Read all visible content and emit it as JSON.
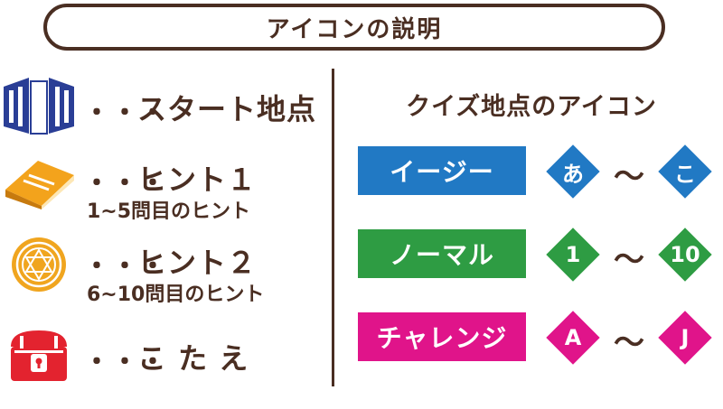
{
  "header": {
    "title": "アイコンの説明"
  },
  "legend": {
    "dots": "・・・",
    "start": {
      "label": "スタート地点",
      "icon": "door-icon"
    },
    "hint1": {
      "label": "ヒント１",
      "sub": "1~5問目のヒント",
      "icon": "book-icon"
    },
    "hint2": {
      "label": "ヒント２",
      "sub": "6~10問目のヒント",
      "icon": "magic-circle-icon"
    },
    "answer": {
      "label": "こ た え",
      "icon": "treasure-chest-icon"
    }
  },
  "quiz": {
    "title": "クイズ地点のアイコン",
    "tilde": "～",
    "rows": [
      {
        "label": "イージー",
        "from": "あ",
        "to": "こ",
        "color": "#2179c4"
      },
      {
        "label": "ノーマル",
        "from": "1",
        "to": "10",
        "color": "#2e9c43"
      },
      {
        "label": "チャレンジ",
        "from": "A",
        "to": "J",
        "color": "#e0148a"
      }
    ]
  },
  "colors": {
    "brown": "#4a2e22",
    "door": "#2a3e96",
    "book": "#f3a31c",
    "circle": "#f0a51f",
    "chest": "#e3232f"
  }
}
